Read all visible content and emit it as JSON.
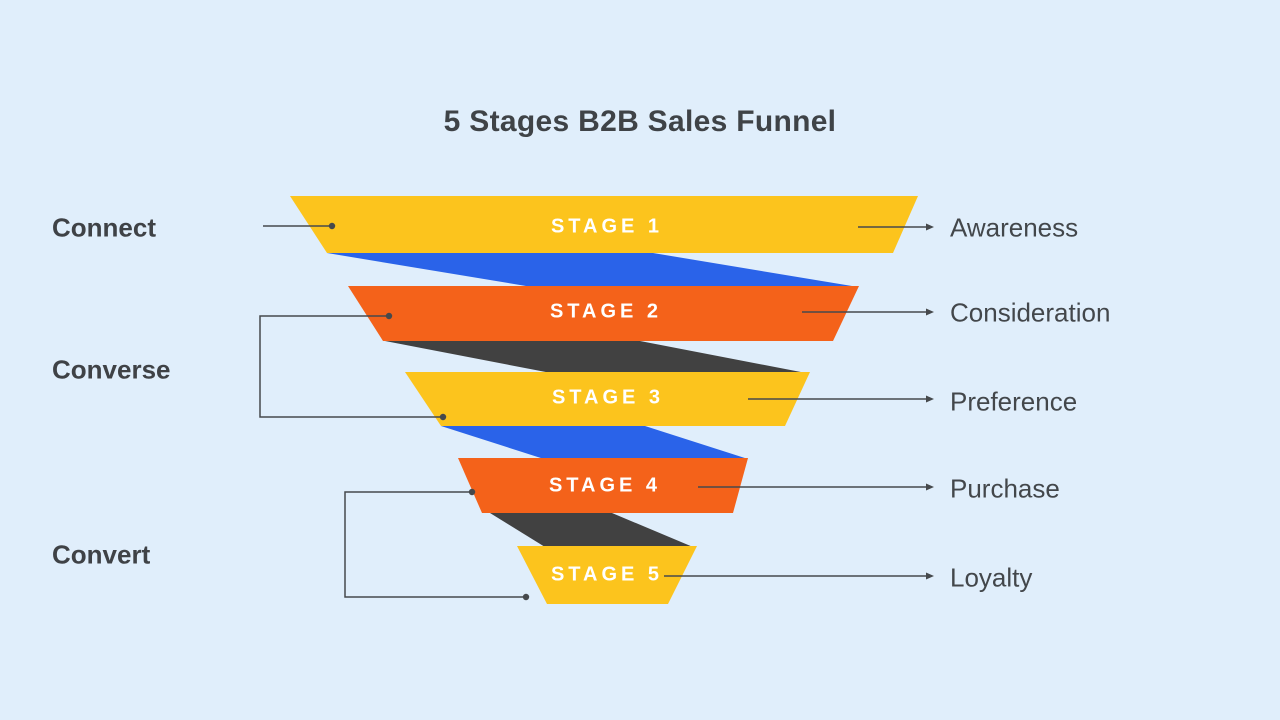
{
  "title": "5 Stages B2B Sales Funnel",
  "colors": {
    "background": "#e0eefb",
    "yellow": "#fcc41d",
    "orange": "#f4621a",
    "blue": "#2a63e9",
    "dark": "#414141",
    "line": "#46494c",
    "title_text": "#3f4347",
    "group_text": "#3f4246",
    "outcome_text": "#43474b",
    "stage_text": "#ffffff"
  },
  "left_groups": [
    {
      "label": "Connect"
    },
    {
      "label": "Converse"
    },
    {
      "label": "Convert"
    }
  ],
  "funnel": {
    "stages": [
      {
        "label": "STAGE 1",
        "outcome": "Awareness"
      },
      {
        "label": "STAGE 2",
        "outcome": "Consideration"
      },
      {
        "label": "STAGE 3",
        "outcome": "Preference"
      },
      {
        "label": "STAGE 4",
        "outcome": "Purchase"
      },
      {
        "label": "STAGE 5",
        "outcome": "Loyalty"
      }
    ]
  }
}
